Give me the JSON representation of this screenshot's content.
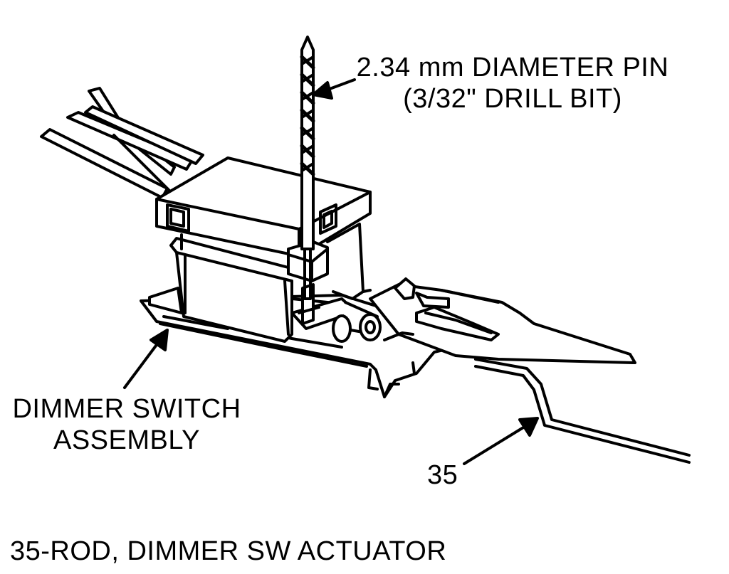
{
  "callouts": {
    "pin_line1": "2.34 mm DIAMETER PIN",
    "pin_line2": "(3/32\" DRILL BIT)",
    "assembly_line1": "DIMMER SWITCH",
    "assembly_line2": "ASSEMBLY",
    "rod_number": "35"
  },
  "caption": "35-ROD, DIMMER SW ACTUATOR",
  "colors": {
    "ink": "#000000",
    "paper": "#ffffff"
  }
}
